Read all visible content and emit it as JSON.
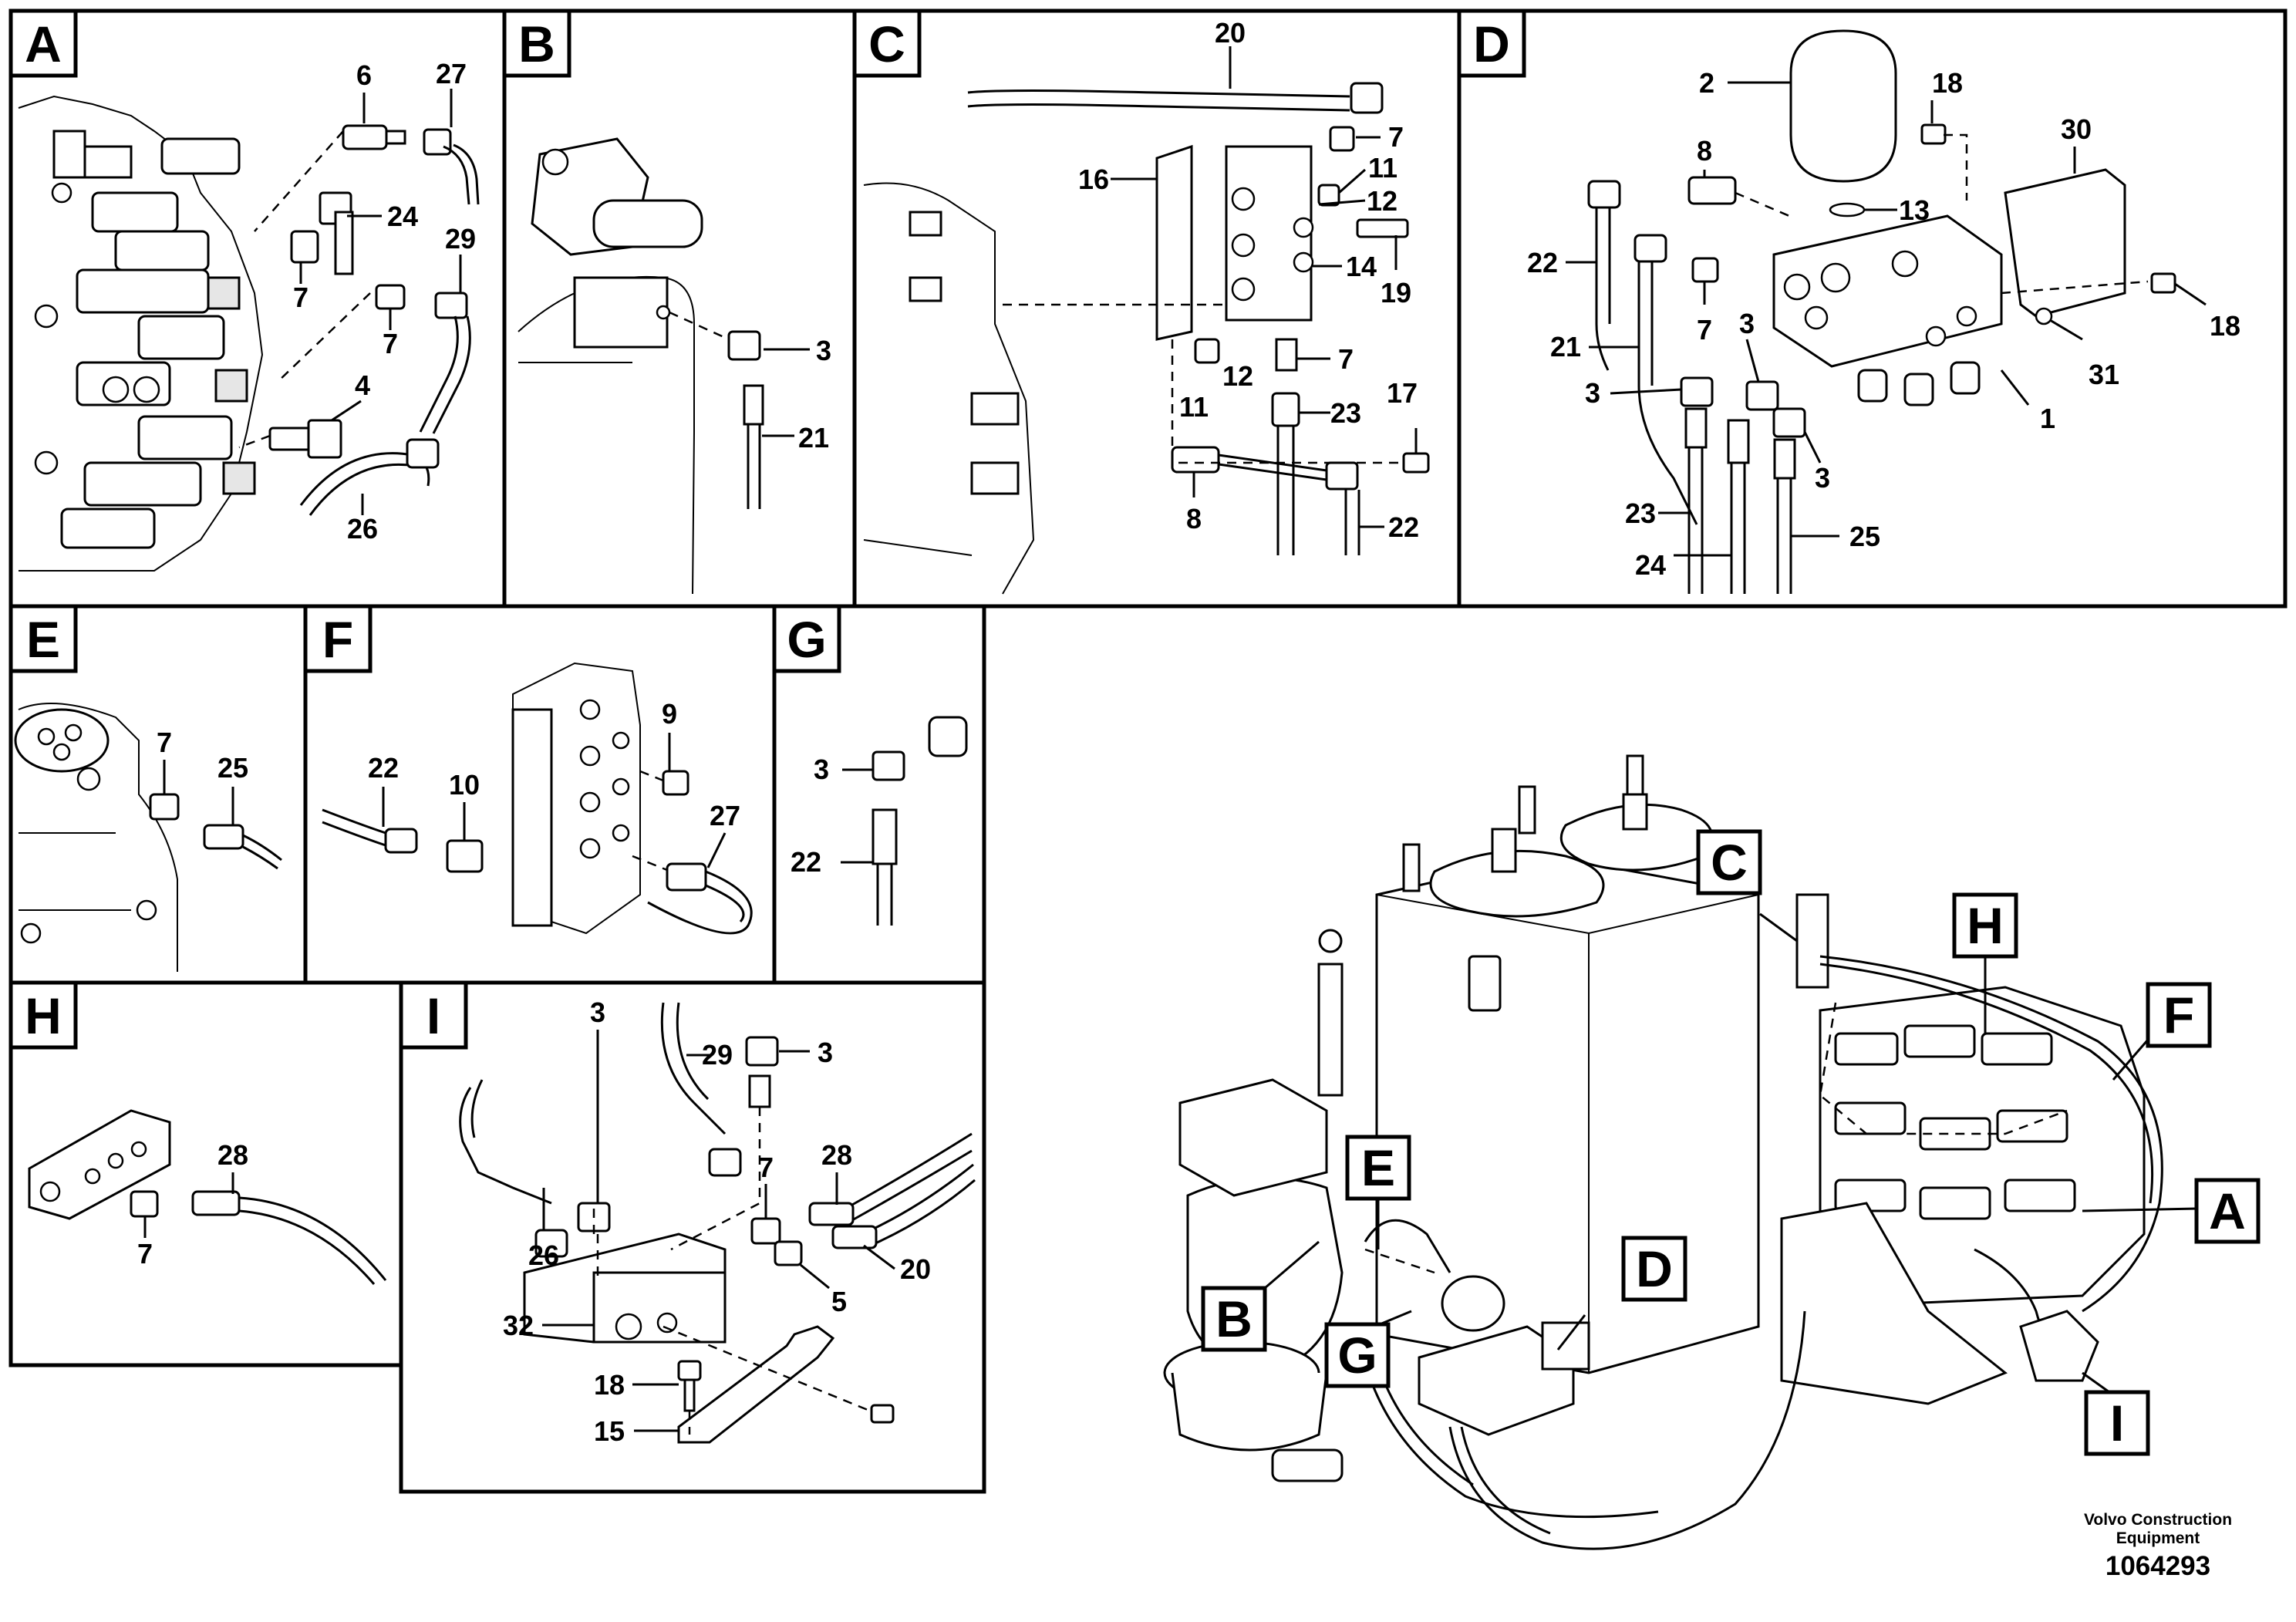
{
  "panels": {
    "A": "A",
    "B": "B",
    "C": "C",
    "D": "D",
    "E": "E",
    "F": "F",
    "G": "G",
    "H": "H",
    "I": "I"
  },
  "overview_labels": {
    "A": "A",
    "B": "B",
    "C": "C",
    "D": "D",
    "E": "E",
    "F": "F",
    "G": "G",
    "H": "H",
    "I": "I"
  },
  "callouts": {
    "A": [
      "6",
      "27",
      "24",
      "29",
      "7",
      "7",
      "4",
      "26"
    ],
    "B": [
      "3",
      "21"
    ],
    "C": [
      "20",
      "7",
      "16",
      "11",
      "12",
      "14",
      "19",
      "7",
      "11",
      "12",
      "23",
      "17",
      "8",
      "22"
    ],
    "D": [
      "2",
      "18",
      "30",
      "8",
      "13",
      "22",
      "7",
      "3",
      "18",
      "21",
      "31",
      "3",
      "1",
      "3",
      "23",
      "25",
      "24"
    ],
    "E": [
      "7",
      "25"
    ],
    "F": [
      "9",
      "22",
      "10",
      "27"
    ],
    "G": [
      "3",
      "22"
    ],
    "H": [
      "28",
      "7"
    ],
    "I": [
      "3",
      "29",
      "3",
      "7",
      "28",
      "26",
      "5",
      "20",
      "32",
      "18",
      "15"
    ]
  },
  "brand": {
    "line1": "Volvo Construction",
    "line2": "Equipment"
  },
  "doc_number": "1064293"
}
